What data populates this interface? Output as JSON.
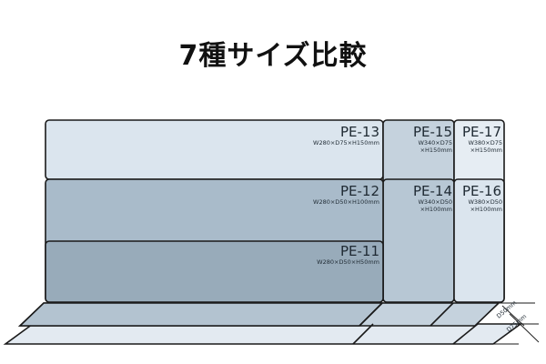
{
  "title": "7種サイズ比較",
  "colors": {
    "outline": "#1a1a1a",
    "light_panel": "#dbe5ee",
    "mid_panel": "#a9bbca",
    "dark_panel": "#98abba",
    "side_panel": "#c5d2dd",
    "right_panel": "#e6edf3",
    "base": "#d3dee8"
  },
  "products": [
    {
      "code": "PE-13",
      "size": "W280×D75×H150mm"
    },
    {
      "code": "PE-12",
      "size": "W280×D50×H100mm"
    },
    {
      "code": "PE-11",
      "size": "W280×D50×H50mm"
    },
    {
      "code": "PE-15",
      "size_line1": "W340×D75",
      "size_line2": "×H150mm"
    },
    {
      "code": "PE-14",
      "size_line1": "W340×D50",
      "size_line2": "×H100mm"
    },
    {
      "code": "PE-17",
      "size_line1": "W380×D75",
      "size_line2": "×H150mm"
    },
    {
      "code": "PE-16",
      "size_line1": "W380×D50",
      "size_line2": "×H100mm"
    }
  ],
  "depth_labels": [
    "D50mm",
    "D75mm"
  ]
}
